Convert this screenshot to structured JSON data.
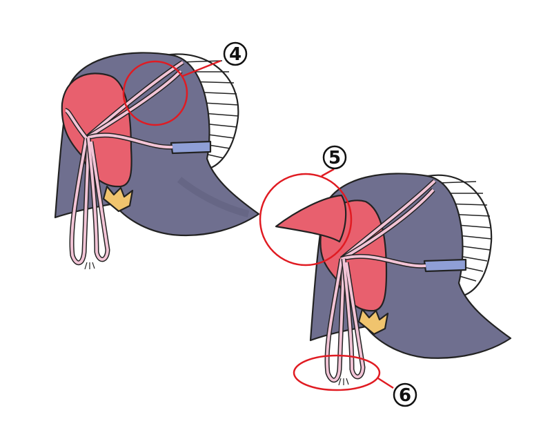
{
  "callouts": [
    {
      "label": "4"
    },
    {
      "label": "5"
    },
    {
      "label": "6"
    }
  ],
  "colors": {
    "hood": "#6f6f8f",
    "hood_shadow": "#5d5d7c",
    "headdress": "#e8606e",
    "cord": "#f2c4d6",
    "hair": "#f0c46e",
    "fan_stripes": "#ffffff",
    "clip": "#8f9fd6",
    "callout_ring": "#e01b22"
  },
  "icons": {
    "left_figure": "hooded-head-back-view-icon",
    "right_figure": "hooded-head-back-view-with-tuck-icon"
  }
}
